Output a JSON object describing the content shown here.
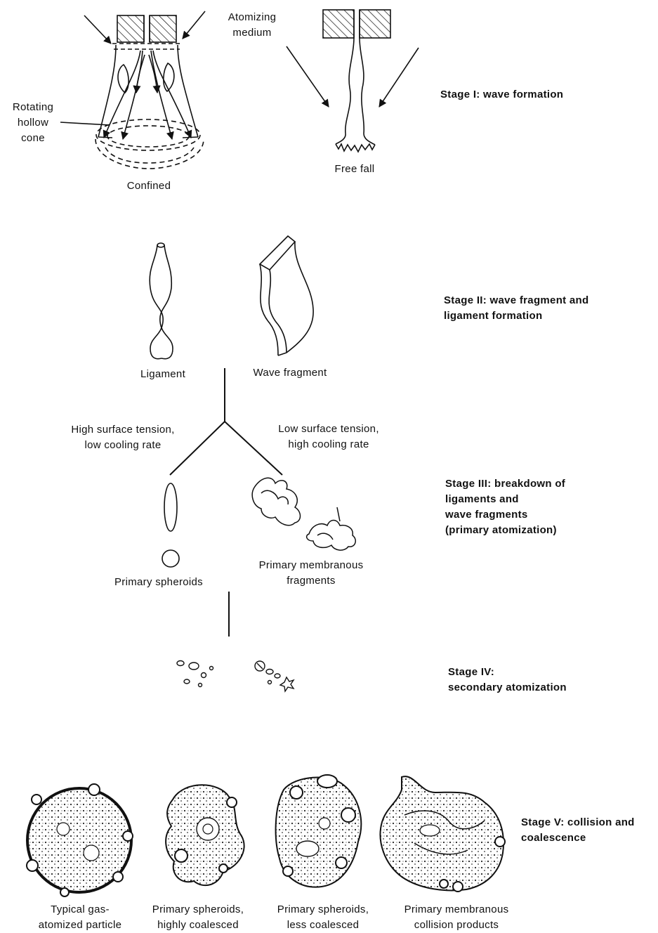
{
  "stage1": {
    "atomizing_medium": [
      "Atomizing",
      "medium"
    ],
    "rotating_hollow_cone": [
      "Rotating",
      "hollow",
      "cone"
    ],
    "confined": "Confined",
    "free_fall": "Free fall",
    "title": "Stage I: wave formation"
  },
  "stage2": {
    "ligament": "Ligament",
    "wave_fragment": "Wave fragment",
    "title": [
      "Stage II: wave fragment and",
      "ligament formation"
    ]
  },
  "branch": {
    "left": [
      "High surface tension,",
      "low cooling rate"
    ],
    "right": [
      "Low surface tension,",
      "high cooling rate"
    ]
  },
  "stage3": {
    "primary_spheroids": "Primary spheroids",
    "primary_membranous_fragments": [
      "Primary membranous",
      "fragments"
    ],
    "title": [
      "Stage III: breakdown of",
      "ligaments and",
      "wave fragments",
      "(primary atomization)"
    ]
  },
  "stage4": {
    "title": [
      "Stage IV:",
      "secondary atomization"
    ]
  },
  "stage5": {
    "title": [
      "Stage V: collision and",
      "coalescence"
    ],
    "particles": [
      [
        "Typical gas-",
        "atomized particle"
      ],
      [
        "Primary spheroids,",
        "highly coalesced"
      ],
      [
        "Primary spheroids,",
        "less coalesced"
      ],
      [
        "Primary membranous",
        "collision products"
      ]
    ]
  }
}
